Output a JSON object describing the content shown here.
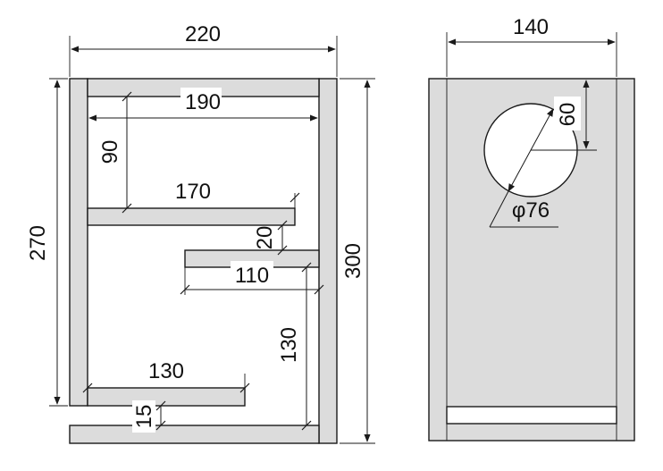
{
  "side_section": {
    "overall_width": "220",
    "inner_top_width": "190",
    "shelf_upper_width": "170",
    "shelf_gap": "20",
    "shelf_middle_width": "110",
    "lower_height": "130",
    "bottom_shelf_width": "130",
    "bottom_gap": "15",
    "upper_depth": "90",
    "inner_height": "270",
    "overall_height": "300"
  },
  "front_view": {
    "width": "140",
    "hole_offset": "60",
    "hole_diameter": "φ76"
  }
}
